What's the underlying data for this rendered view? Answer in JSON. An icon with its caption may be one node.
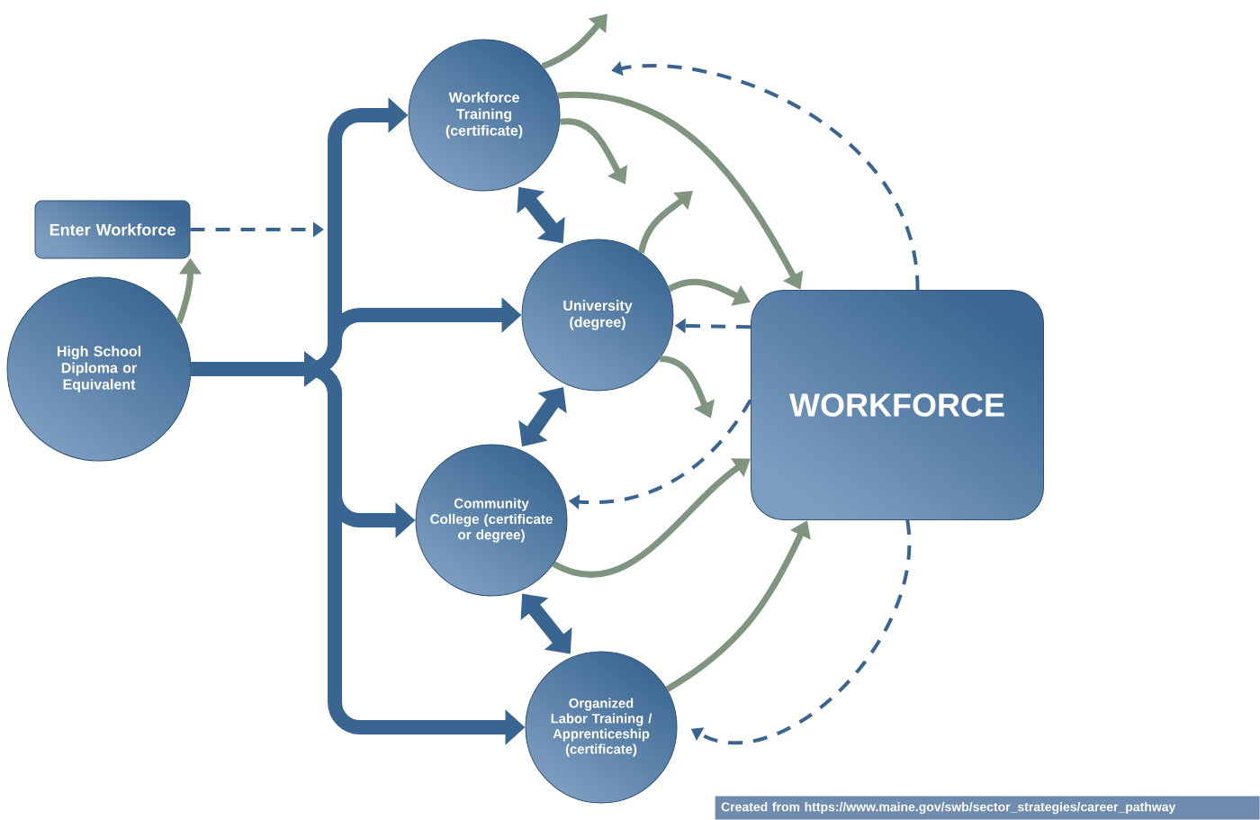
{
  "diagram": {
    "caption": "Created from https://www.maine.gov/swb/sector_strategies/career_pathway",
    "nodes": [
      {
        "text": [
          "Enter Workforce"
        ]
      },
      {
        "text": [
          "High School Diploma or Equivalent"
        ]
      },
      {
        "text": [
          "Workforce Training (certificate)"
        ]
      },
      {
        "text": [
          "University (degree)"
        ]
      },
      {
        "text": [
          "Community College (certificate or degree)"
        ]
      },
      {
        "text": [
          "Organized Labor Training / Apprenticeship (certificate)"
        ]
      },
      {
        "text": [
          "WORKFORCE"
        ]
      }
    ],
    "edges": [
      {
        "from": 0,
        "to": null,
        "arrow": "to",
        "style": "dashed"
      },
      {
        "from": 1,
        "to": 2,
        "arrow": "to",
        "style": "thick"
      },
      {
        "from": 1,
        "to": 3,
        "arrow": "to",
        "style": "thick"
      },
      {
        "from": 1,
        "to": 4,
        "arrow": "to",
        "style": "thick"
      },
      {
        "from": 1,
        "to": 5,
        "arrow": "to",
        "style": "thick"
      },
      {
        "from": 1,
        "to": 0,
        "arrow": "to",
        "color": "#7f957f"
      },
      {
        "from": 2,
        "to": null,
        "arrow": "to",
        "color": "#7f957f"
      },
      {
        "from": 2,
        "to": null,
        "arrow": "to",
        "color": "#7f957f"
      },
      {
        "from": 2,
        "to": 6,
        "arrow": "to",
        "color": "#7f957f"
      },
      {
        "from": 3,
        "to": null,
        "arrow": "to",
        "color": "#7f957f"
      },
      {
        "from": 3,
        "to": 6,
        "arrow": "to",
        "color": "#7f957f"
      },
      {
        "from": 3,
        "to": null,
        "arrow": "to",
        "color": "#7f957f"
      },
      {
        "from": 4,
        "to": 6,
        "arrow": "to",
        "color": "#7f957f"
      },
      {
        "from": 5,
        "to": 6,
        "arrow": "to",
        "color": "#7f957f"
      },
      {
        "from": 2,
        "to": 3,
        "arrow": "both",
        "style": "thick"
      },
      {
        "from": 3,
        "to": 4,
        "arrow": "both",
        "style": "thick"
      },
      {
        "from": 4,
        "to": 5,
        "arrow": "both",
        "style": "thick"
      },
      {
        "from": 6,
        "to": 2,
        "arrow": "to",
        "style": "dashed"
      },
      {
        "from": 6,
        "to": 3,
        "arrow": "to",
        "style": "dashed"
      },
      {
        "from": 6,
        "to": 4,
        "arrow": "to",
        "style": "dashed"
      },
      {
        "from": 6,
        "to": 5,
        "arrow": "to",
        "style": "dashed"
      }
    ]
  }
}
